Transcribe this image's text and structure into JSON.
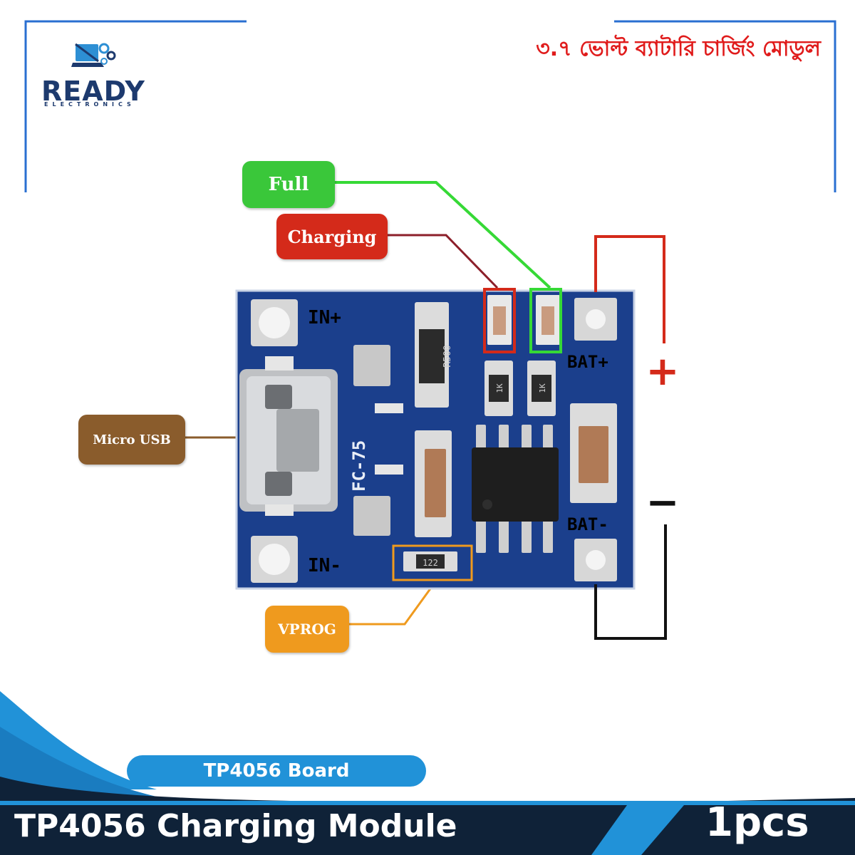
{
  "brand": {
    "name": "READY",
    "subtitle": "ELECTRONICS"
  },
  "title_bn": "৩.৭ ভোল্ট ব্যাটারি চার্জিং মোডুল",
  "callouts": {
    "full": "Full",
    "charging": "Charging",
    "micro_usb": "Micro USB",
    "vprog": "VPROG"
  },
  "board_silkscreen": {
    "in_plus": "IN+",
    "in_minus": "IN-",
    "bat_plus": "BAT+",
    "bat_minus": "BAT-",
    "connector": "FC-75",
    "resistor_top": "R500",
    "resistor_1": "1K",
    "resistor_2": "1K",
    "resistor_prog": "122"
  },
  "polarity": {
    "plus": "+",
    "minus": "−"
  },
  "footer": {
    "board_label": "TP4056 Board",
    "product_title": "TP4056 Charging Module",
    "quantity": "1pcs"
  },
  "colors": {
    "brand_blue": "#1d3a6e",
    "title_red": "#e01b1b",
    "full_green": "#3ac73a",
    "charging_red": "#d42a1a",
    "usb_brown": "#8a5c2c",
    "vprog_orange": "#ef9a1e",
    "pcb_blue": "#1b3f8c",
    "footer_navy": "#0f2238",
    "footer_cyan": "#2192d8"
  }
}
